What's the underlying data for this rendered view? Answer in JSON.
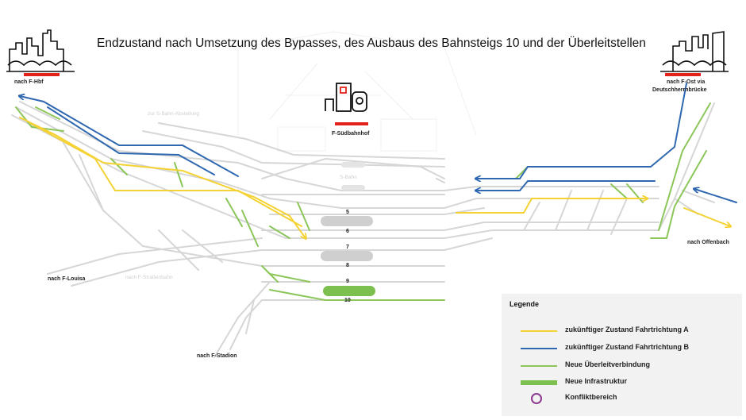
{
  "title": "Endzustand nach Umsetzung des Bypasses, des Ausbaus des Bahnsteigs 10 und der Überleitstellen",
  "colors": {
    "direction_a": "#f5d233",
    "direction_b": "#2f68b0",
    "switch": "#8cc65a",
    "infrastructure": "#7cc04f",
    "conflict": "#8b3a8f",
    "track": "#d6d6d6",
    "station_red": "#e2231a"
  },
  "labels": {
    "hbf": "nach F-Hbf",
    "ost_line1": "nach F-Ost via",
    "ost_line2": "Deutschherrnbrücke",
    "suedbahnhof": "F-Südbahnhof",
    "offenbach": "nach Offenbach",
    "louisa": "nach F-Louisa",
    "stadion": "nach F-Stadion",
    "sbahn_abstellung": "zur S-Bahn-Abstellung",
    "strassenbahn": "nach F-Straßenbahn",
    "sbahn": "S-Bahn"
  },
  "tracks": [
    "5",
    "6",
    "7",
    "8",
    "9",
    "10"
  ],
  "legend": {
    "title": "Legende",
    "items": [
      {
        "label": "zukünftiger Zustand Fahrtrichtung A",
        "color": "#f5d233",
        "kind": "line"
      },
      {
        "label": "zukünftiger Zustand Fahrtrichtung B",
        "color": "#2f68b0",
        "kind": "line"
      },
      {
        "label": "Neue Überleitverbindung",
        "color": "#8cc65a",
        "kind": "line"
      },
      {
        "label": "Neue Infrastruktur",
        "color": "#7cc04f",
        "kind": "bar"
      },
      {
        "label": "Konfliktbereich",
        "color": "#8b3a8f",
        "kind": "circle"
      }
    ]
  }
}
